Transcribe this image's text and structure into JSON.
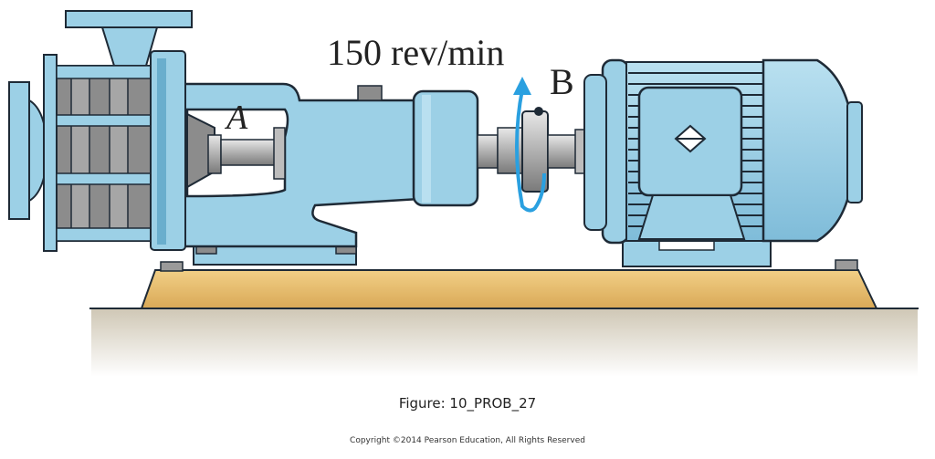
{
  "figure": {
    "speed_label": "150 rev/min",
    "point_a": "A",
    "point_b": "B",
    "caption": "Figure: 10_PROB_27",
    "copyright": "Copyright ©2014 Pearson Education, All Rights Reserved"
  },
  "colors": {
    "machine_blue": "#9cd0e6",
    "machine_dark": "#6aaecd",
    "outline": "#1e2a36",
    "casing_gray": "#8c8c8c",
    "base_tan": "#e3b96a",
    "floor_shadow": "#cfc7b5",
    "rotation_arrow": "#2aa0e0"
  }
}
